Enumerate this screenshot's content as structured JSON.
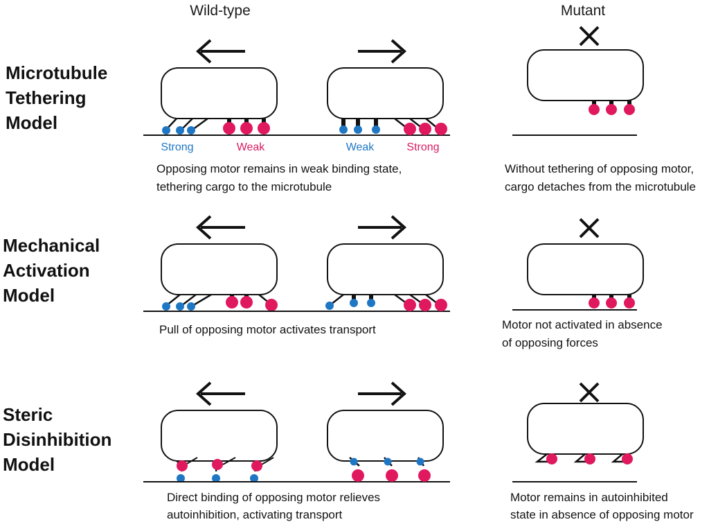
{
  "columns": {
    "wild_type": "Wild-type",
    "mutant": "Mutant"
  },
  "colors": {
    "blue_motor": "#1f77c4",
    "red_motor": "#e0195f",
    "line": "#111111"
  },
  "models": [
    {
      "title_lines": [
        "Microtubule",
        "Tethering",
        "Model"
      ],
      "labels": {
        "strong_left": "Strong",
        "weak_left": "Weak",
        "weak_right": "Weak",
        "strong_right": "Strong"
      },
      "wt_caption": [
        "Opposing motor remains in weak binding state,",
        "tethering cargo to the microtubule"
      ],
      "mutant_caption": [
        "Without tethering of opposing motor,",
        "cargo detaches from the microtubule"
      ]
    },
    {
      "title_lines": [
        "Mechanical",
        "Activation",
        "Model"
      ],
      "wt_caption": [
        "Pull of opposing motor activates transport"
      ],
      "mutant_caption": [
        "Motor not activated in absence",
        "of opposing forces"
      ]
    },
    {
      "title_lines": [
        "Steric",
        "Disinhibition",
        "Model"
      ],
      "wt_caption": [
        "Direct binding of opposing motor relieves",
        "autoinhibition, activating transport"
      ],
      "mutant_caption": [
        "Motor remains in autoinhibited",
        "state in absence of opposing motor"
      ]
    }
  ],
  "icons": {
    "left_arrow": "arrow-left-icon",
    "right_arrow": "arrow-right-icon",
    "blocked": "cross-icon"
  }
}
